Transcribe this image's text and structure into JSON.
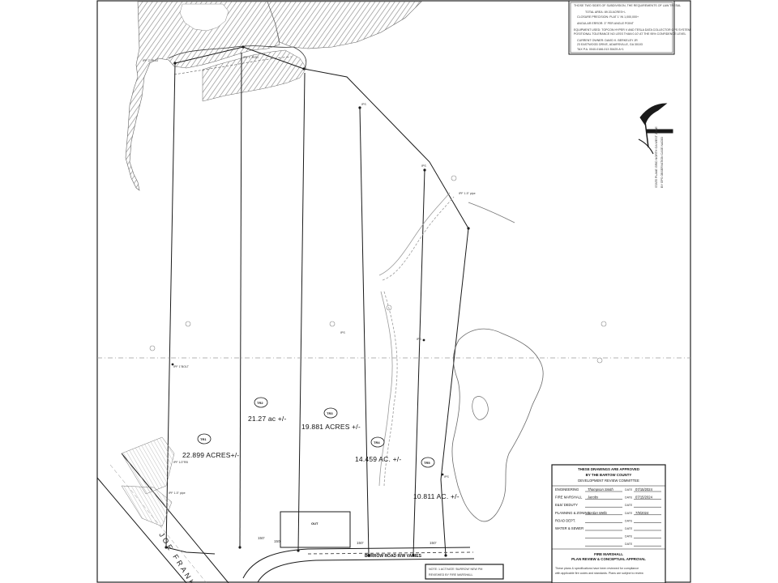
{
  "colors": {
    "ink": "#1a1a1a",
    "hatch": "#9a9a9a",
    "paper": "#ffffff"
  },
  "notes_box": {
    "lines": [
      "THOSE TWO SIDES OF SUBDIVISION, THE REQUIREMENTS OF LAW TRESAL",
      "TOTAL AREA:    89.33 ACRES+/-",
      "CLOSURE PRECISION: PLAT 1' IN 1,000,000+",
      "ANGULAR ERROR:    3\" PER ANGLE POINT",
      "EQUIPMENT USED: TOPCON HYPER V AND TESLA DATA COLLECTOR GPS SYSTEM",
      "POSITIONAL TOLERANCE NO LESS THAN 0.10' AT THE 95% CONFIDENCE LEVEL",
      "CURRENT OWNER: DAVID K. BERKELEY JR",
      "23 EASTWOOD DRIVE, ADAIRSVILLE, GA 30103",
      "TAX P.A. 0040-0166-013  35425 A+1"
    ]
  },
  "north_arrow": {
    "lines": [
      "STATE PLANE GRID NORTH GA WEST ZONE",
      "BY GPS OBSERVATION CASE NAD83"
    ]
  },
  "tracts": [
    {
      "tag": "TR1",
      "acres": "22.899 ACRES+/-"
    },
    {
      "tag": "TR2",
      "acres": "21.27 ac +/-"
    },
    {
      "tag": "TR3",
      "acres": "19.881 ACRES +/-"
    },
    {
      "tag": "TR4",
      "acres": "14.459 AC. +/-"
    },
    {
      "tag": "TR5",
      "acres": "10.811 AC. +/-"
    }
  ],
  "road": {
    "name": "BURROW ROAD R/W VARIES",
    "street": "JOE FRANK"
  },
  "segment_labels": [
    "150'",
    "150'",
    "150'",
    "150'"
  ],
  "out_parcel": {
    "title": "OUT"
  },
  "pin_labels": [
    "IPF 2\" PLAT",
    "IPF 1\" ROD",
    "IPF 1\"BOLT",
    "IPF 1.5\" pipe",
    "IPF 1.5\" pipe",
    "IPF 1/2\"RB",
    "IPS",
    "IPS",
    "IPS",
    "IPS",
    "IPS"
  ],
  "approval": {
    "heading1": "THESE DRAWINGS ARE APPROVED",
    "heading2": "BY THE BARTOW COUNTY",
    "heading3": "DEVELOPMENT REVIEW COMMITTEE",
    "rows": [
      {
        "label": "ENGINEERING",
        "sig": "Thompson Smith",
        "date": "07/15/2024"
      },
      {
        "label": "FIRE MARSHALL",
        "sig": "Jacobs",
        "date": "07/15/2024"
      },
      {
        "label": "E&S/ DEDUTY",
        "sig": "",
        "date": ""
      },
      {
        "label": "PLANNING & ZONING",
        "sig": "Jordan Wells",
        "date": "7/9/2024"
      },
      {
        "label": "ROAD DEPT.",
        "sig": "",
        "date": ""
      },
      {
        "label": "WATER & SEWER",
        "sig": "",
        "date": ""
      },
      {
        "label": "",
        "sig": "",
        "date": ""
      },
      {
        "label": "",
        "sig": "",
        "date": ""
      }
    ],
    "date_label": "DATE",
    "footer1": "FIRE MARSHALL",
    "footer2": "PLAN REVIEW & CONCEPTUAL APPROVAL",
    "footer3": "These plans & specifications have been reviewed for compliance",
    "footer4": "with applicable fire codes and standards. Plans are subject to review"
  },
  "bottom_note": {
    "line1": "NOTE: 1 ACTIVATE 'BURROW' NEW PM",
    "line2": "REVIEWED BY FIRE MARSHALL"
  }
}
